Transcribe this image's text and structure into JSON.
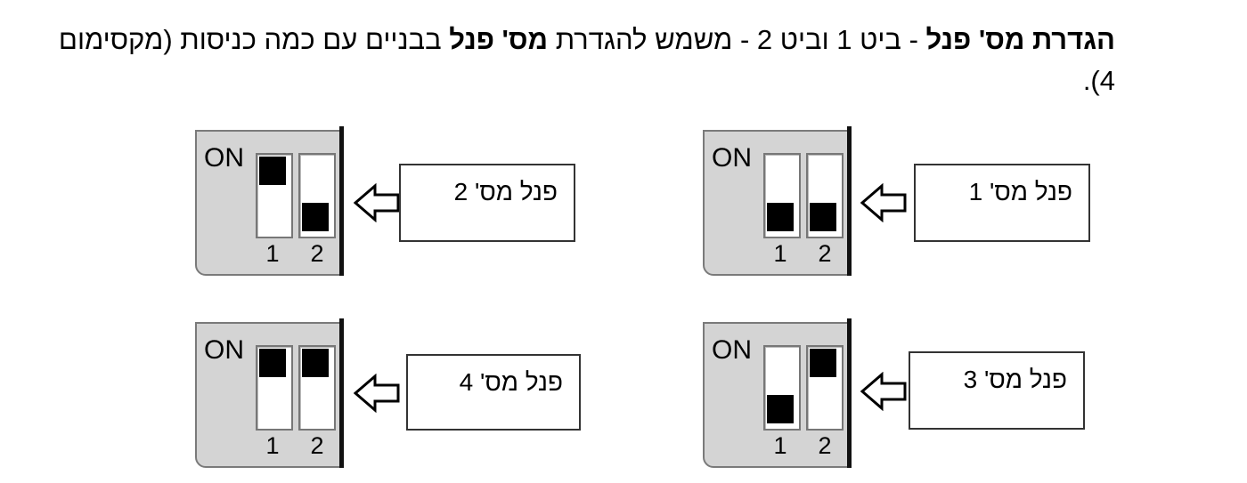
{
  "paragraph": {
    "term": "הגדרת מס' פנל",
    "t1": " - ביט 1 וביט 2   - משמש להגדרת ",
    "term2": "מס' פנל",
    "t2": " בבניים עם כמה כניסות (מקסימום 4)."
  },
  "diagram": {
    "on_text": "ON",
    "switch_numbers": [
      "1",
      "2"
    ],
    "panels": [
      {
        "label": "פנל מס' 1",
        "bit1": "off",
        "bit2": "off"
      },
      {
        "label": "פנל מס' 2",
        "bit1": "on",
        "bit2": "off"
      },
      {
        "label": "פנל מס' 3",
        "bit1": "off",
        "bit2": "on"
      },
      {
        "label": "פנל מס' 4",
        "bit1": "on",
        "bit2": "on"
      }
    ]
  }
}
